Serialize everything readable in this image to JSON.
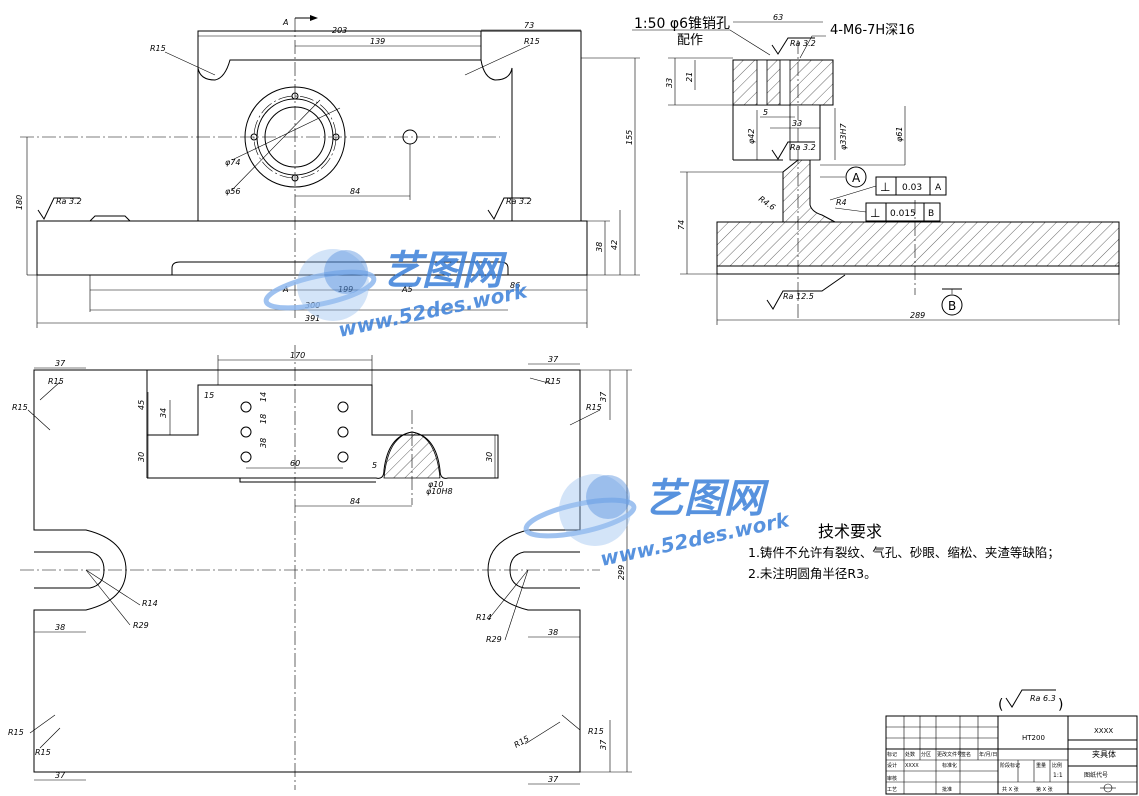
{
  "top_view": {
    "section_mark": "A",
    "dims": [
      "203",
      "73",
      "139",
      "R15",
      "R15",
      "φ74",
      "φ56",
      "84",
      "Ra 3.2",
      "Ra 3.2",
      "180",
      "155",
      "38",
      "42",
      "199",
      "A5",
      "A",
      "300",
      "86",
      "391"
    ]
  },
  "side_view": {
    "pin_note": "1:50  φ6锥销孔",
    "pin_note_sub": "配作",
    "thread_note": "4-M6-7H深16",
    "dims": [
      "63",
      "Ra 3.2",
      "33",
      "21",
      "5",
      "33",
      "φ42",
      "φ33H7",
      "φ61",
      "Ra 3.2",
      "74",
      "R4.6",
      "R4",
      "Ra 12.5",
      "289"
    ],
    "datum_a": "A",
    "datum_b": "B",
    "tol1": {
      "sym": "⊥",
      "val": "0.03",
      "ref": "A"
    },
    "tol2": {
      "sym": "⊥",
      "val": "0.015",
      "ref": "B"
    }
  },
  "bottom_view": {
    "dims": [
      "37",
      "37",
      "170",
      "R15",
      "R15",
      "R15",
      "R15",
      "15",
      "14",
      "45",
      "34",
      "18",
      "38",
      "30",
      "30",
      "5",
      "60",
      "φ10",
      "φ10H8",
      "84",
      "R14",
      "R29",
      "R14",
      "R29",
      "38",
      "38",
      "299",
      "R15",
      "R15",
      "R15",
      "R15",
      "37",
      "37",
      "37",
      "37"
    ]
  },
  "tech_req": {
    "title": "技术要求",
    "items": [
      "1.铸件不允许有裂纹、气孔、砂眼、缩松、夹渣等缺陷；",
      "2.未注明圆角半径R3。"
    ]
  },
  "roughness_general": "Ra 6.3",
  "title_block": {
    "material": "HT200",
    "code": "XXXX",
    "part_name": "夹具体",
    "scale": "1:1",
    "drawing_code": "图纸代号",
    "row1": [
      "标记",
      "处数",
      "分区",
      "更改文件号",
      "签名",
      "年/月/日"
    ],
    "row2": [
      "设计",
      "XXXX",
      "",
      "标准化"
    ],
    "row_stage": [
      "阶段标记",
      "重量",
      "比例"
    ],
    "row_check": [
      "审核"
    ],
    "row_process": [
      "工艺",
      "",
      "",
      "批准"
    ],
    "sheets": [
      "共 X 张",
      "第 X 张"
    ]
  },
  "watermark": {
    "cn": "艺图网",
    "url": "www.52des.work"
  },
  "colors": {
    "line": "#000000",
    "watermark_blue": "#3a7fd9",
    "watermark_light": "#8fb8ee"
  }
}
